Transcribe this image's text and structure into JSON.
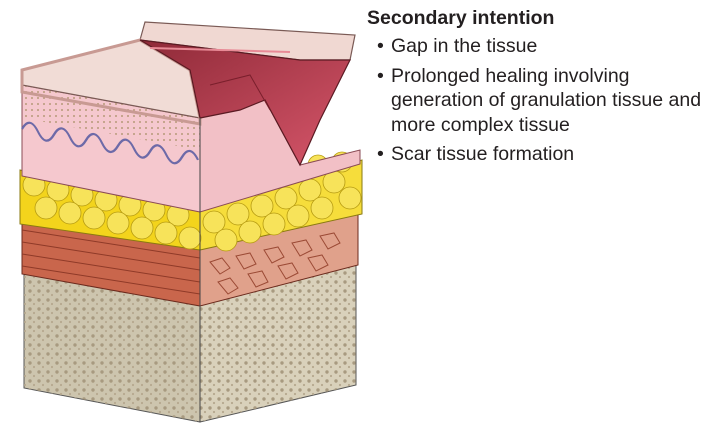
{
  "panel": {
    "title": "Secondary intention",
    "bullet_symbol": "•",
    "bullets": [
      "Gap in the tissue",
      "Prolonged healing involving generation of granulation tissue and more complex tissue",
      "Scar tissue formation"
    ]
  },
  "illustration": {
    "subject": "skin-block-with-open-wound",
    "colors": {
      "epidermis": "#efd5cf",
      "dermis": "#f5c6cb",
      "fat": "#f4d820",
      "muscle": "#c8624a",
      "bone": "#cfc6ae",
      "wound": "#b33a48"
    }
  }
}
